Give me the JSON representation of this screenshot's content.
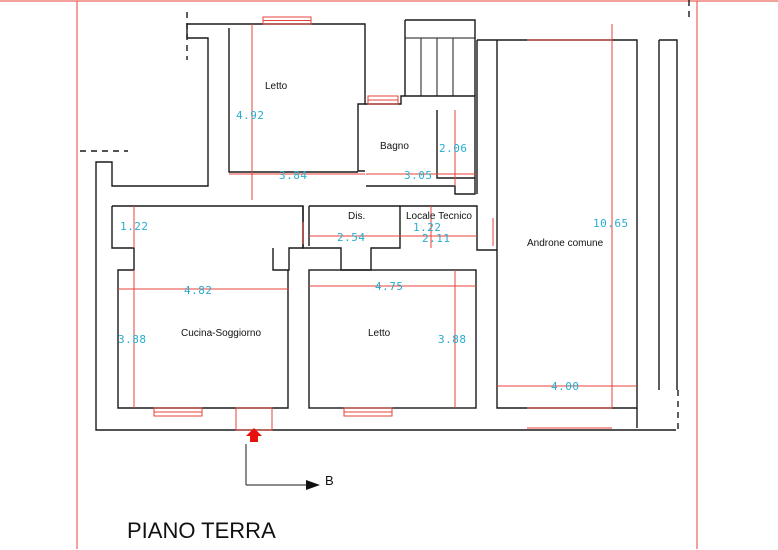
{
  "plan": {
    "title": "PIANO TERRA",
    "section_marker": "B",
    "colors": {
      "walls": "#1a1a1a",
      "dimension_lines": "#e8403a",
      "dimension_text": "#27aecf",
      "entrance_arrow": "#e8120c",
      "border": "#d94a4a"
    },
    "rooms": {
      "letto_top": "Letto",
      "bagno": "Bagno",
      "dis": "Dis.",
      "locale_tecnico": "Locale Tecnico",
      "androne": "Androne comune",
      "cucina": "Cucina-Soggiorno",
      "letto_bottom": "Letto"
    },
    "dimensions": {
      "letto_top_height": "4.92",
      "letto_top_width": "3.84",
      "bagno_height": "2.06",
      "bagno_width": "3.05",
      "cucina_top": "1.22",
      "dis_width": "2.54",
      "locale_height": "1.22",
      "locale_width": "2.11",
      "androne_height": "10.65",
      "androne_width": "4.00",
      "cucina_width": "4.82",
      "cucina_height": "3.88",
      "letto_bottom_width": "4.75",
      "letto_bottom_height": "3.88"
    }
  }
}
